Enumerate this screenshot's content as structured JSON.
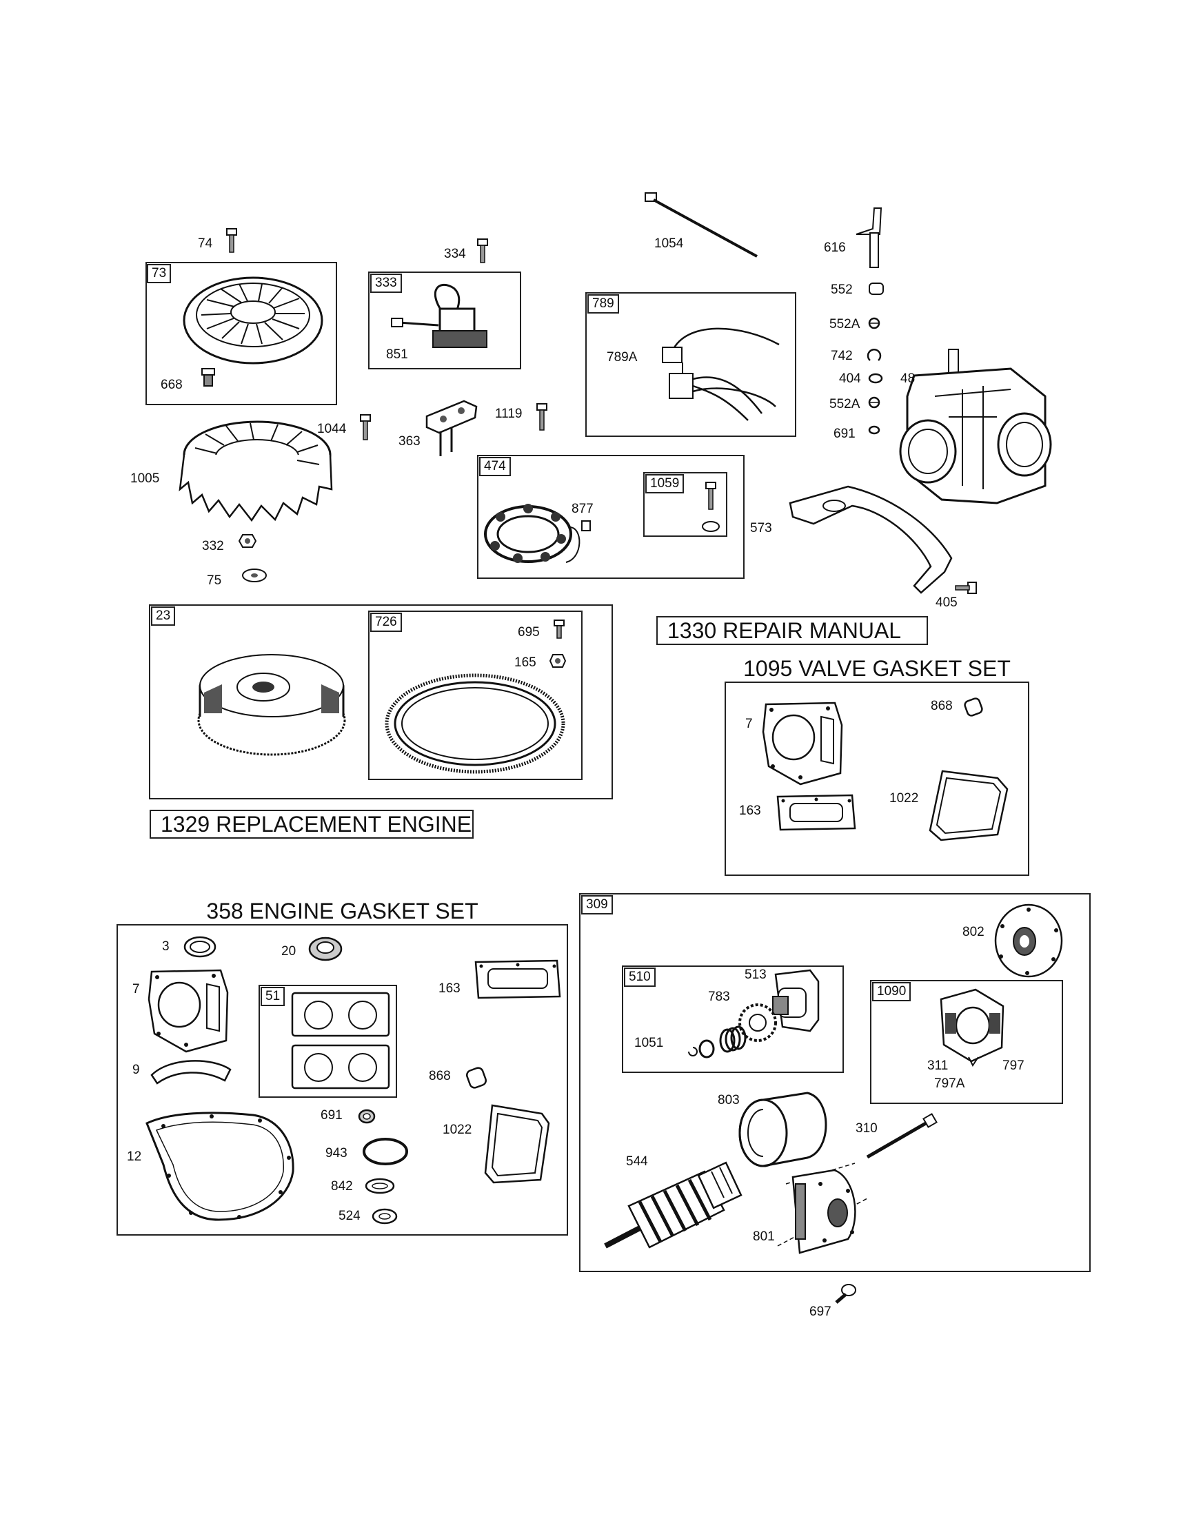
{
  "titles": {
    "repair_manual": "1330 REPAIR MANUAL",
    "valve_gasket_set": "1095 VALVE GASKET SET",
    "replacement_engine": "1329 REPLACEMENT ENGINE",
    "engine_gasket_set": "358 ENGINE GASKET SET"
  },
  "group_tags": {
    "g73": "73",
    "g333": "333",
    "g789": "789",
    "g474": "474",
    "g1059": "1059",
    "g23": "23",
    "g726": "726",
    "g51": "51",
    "g309": "309",
    "g510": "510",
    "g1090": "1090"
  },
  "labels": {
    "p74": "74",
    "p668": "668",
    "p334": "334",
    "p851": "851",
    "p1054": "1054",
    "p789a": "789A",
    "p616": "616",
    "p552": "552",
    "p552a_1": "552A",
    "p742": "742",
    "p404": "404",
    "p48": "48",
    "p552a_2": "552A",
    "p691": "691",
    "p1044": "1044",
    "p363": "363",
    "p1119": "1119",
    "p1005": "1005",
    "p877": "877",
    "p573": "573",
    "p332": "332",
    "p75": "75",
    "p405": "405",
    "p695": "695",
    "p165": "165",
    "v7": "7",
    "v868": "868",
    "v163": "163",
    "v1022": "1022",
    "e3": "3",
    "e20": "20",
    "e7": "7",
    "e163": "163",
    "e9": "9",
    "e868": "868",
    "e691": "691",
    "e12": "12",
    "e943": "943",
    "e1022": "1022",
    "e842": "842",
    "e524": "524",
    "s802": "802",
    "s513": "513",
    "s783": "783",
    "s1051": "1051",
    "s311": "311",
    "s797": "797",
    "s797a": "797A",
    "s803": "803",
    "s310": "310",
    "s544": "544",
    "s801": "801",
    "s697": "697"
  }
}
